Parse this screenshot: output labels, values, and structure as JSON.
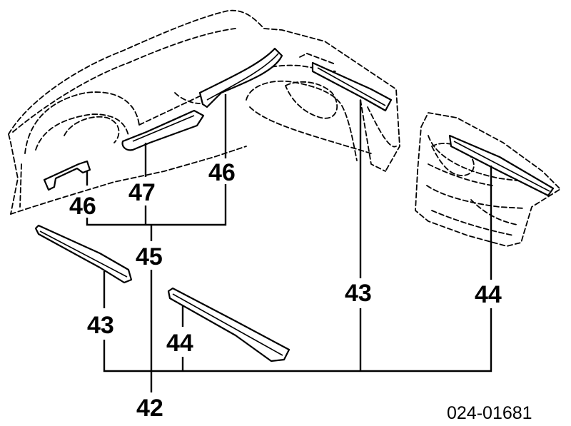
{
  "callouts": {
    "c42": "42",
    "c43_left": "43",
    "c43_right": "43",
    "c44_mid": "44",
    "c44_right": "44",
    "c45": "45",
    "c46_left": "46",
    "c46_right": "46",
    "c47": "47"
  },
  "reference_number": "024-01681"
}
